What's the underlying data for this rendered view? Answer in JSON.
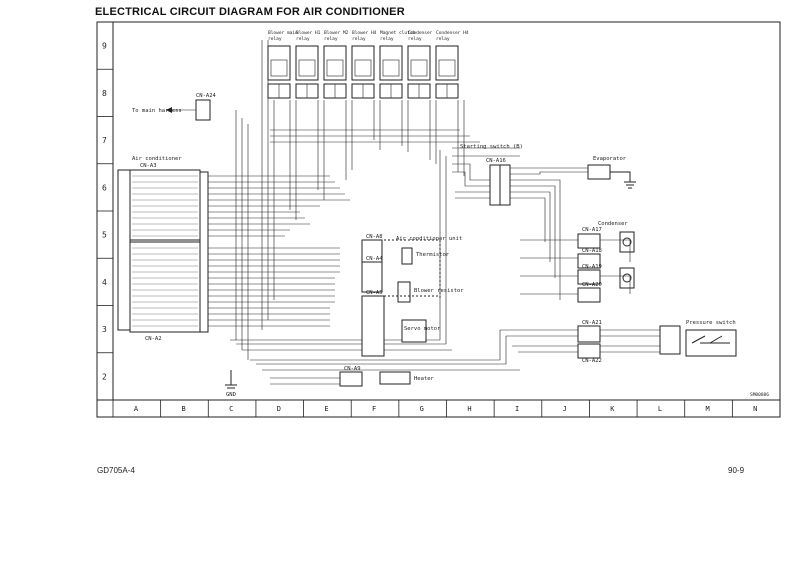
{
  "title": "ELECTRICAL CIRCUIT DIAGRAM FOR AIR CONDITIONER",
  "footer": {
    "model": "GD705A-4",
    "page": "90-9"
  },
  "grid": {
    "rows": [
      "9",
      "8",
      "7",
      "6",
      "5",
      "4",
      "3",
      "2"
    ],
    "columns": [
      "A",
      "B",
      "C",
      "D",
      "E",
      "F",
      "G",
      "H",
      "I",
      "J",
      "K",
      "L",
      "M",
      "N"
    ]
  },
  "relays": [
    {
      "label": "Blower main relay"
    },
    {
      "label": "Blower H1 relay"
    },
    {
      "label": "Blower M2 relay"
    },
    {
      "label": "Blower H4 relay"
    },
    {
      "label": "Magnet clutch relay"
    },
    {
      "label": "Condenser relay"
    },
    {
      "label": "Condenser H4 relay"
    }
  ],
  "connectors": {
    "main_harness": "To main harness",
    "cn_a24": "CN-A24",
    "starting_switch": "Starting switch (B)",
    "cn_a16": "CN-A16",
    "evaporator": "Evaporator",
    "controller_main": "Air conditioner",
    "cn_a3": "CN-A3",
    "cn_a2": "CN-A2",
    "cn_a8": "CN-A8",
    "unit": "Air conditioner unit",
    "thermistor": "Thermistor",
    "cn_a4": "CN-A4",
    "blower_resistor": "Blower resistor",
    "cn_a5": "CN-A5",
    "servo_motor": "Servo motor",
    "cn_a9": "CN-A9",
    "heater": "Heater",
    "gnd": "GND",
    "cn_a17": "CN-A17",
    "condenser": "Condenser",
    "cn_a18": "CN-A18",
    "cn_a19": "CN-A19",
    "cn_a20": "CN-A20",
    "cn_a21": "CN-A21",
    "cn_a22": "CN-A22",
    "pressure_switch": "Pressure switch",
    "ref_code": "SM00886"
  }
}
